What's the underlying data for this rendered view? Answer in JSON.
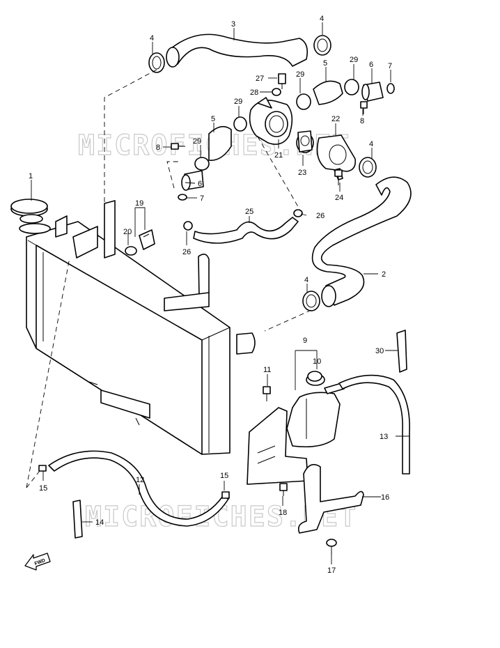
{
  "watermark": "MICROFICHES.NET",
  "fwd_label": "FWD",
  "callouts": [
    {
      "id": "c1",
      "text": "1"
    },
    {
      "id": "c2",
      "text": "2"
    },
    {
      "id": "c3",
      "text": "3"
    },
    {
      "id": "c4a",
      "text": "4"
    },
    {
      "id": "c4b",
      "text": "4"
    },
    {
      "id": "c4c",
      "text": "4"
    },
    {
      "id": "c4d",
      "text": "4"
    },
    {
      "id": "c5a",
      "text": "5"
    },
    {
      "id": "c5b",
      "text": "5"
    },
    {
      "id": "c6a",
      "text": "6"
    },
    {
      "id": "c6b",
      "text": "6"
    },
    {
      "id": "c7a",
      "text": "7"
    },
    {
      "id": "c7b",
      "text": "7"
    },
    {
      "id": "c8a",
      "text": "8"
    },
    {
      "id": "c8b",
      "text": "8"
    },
    {
      "id": "c9",
      "text": "9"
    },
    {
      "id": "c10",
      "text": "10"
    },
    {
      "id": "c11",
      "text": "11"
    },
    {
      "id": "c12",
      "text": "12"
    },
    {
      "id": "c13",
      "text": "13"
    },
    {
      "id": "c14",
      "text": "14"
    },
    {
      "id": "c15a",
      "text": "15"
    },
    {
      "id": "c15b",
      "text": "15"
    },
    {
      "id": "c16",
      "text": "16"
    },
    {
      "id": "c17",
      "text": "17"
    },
    {
      "id": "c18",
      "text": "18"
    },
    {
      "id": "c19",
      "text": "19"
    },
    {
      "id": "c20",
      "text": "20"
    },
    {
      "id": "c21",
      "text": "21"
    },
    {
      "id": "c22",
      "text": "22"
    },
    {
      "id": "c23",
      "text": "23"
    },
    {
      "id": "c24",
      "text": "24"
    },
    {
      "id": "c25",
      "text": "25"
    },
    {
      "id": "c26a",
      "text": "26"
    },
    {
      "id": "c26b",
      "text": "26"
    },
    {
      "id": "c27",
      "text": "27"
    },
    {
      "id": "c28",
      "text": "28"
    },
    {
      "id": "c29a",
      "text": "29"
    },
    {
      "id": "c29b",
      "text": "29"
    },
    {
      "id": "c29c",
      "text": "29"
    },
    {
      "id": "c29d",
      "text": "29"
    },
    {
      "id": "c30",
      "text": "30"
    }
  ]
}
